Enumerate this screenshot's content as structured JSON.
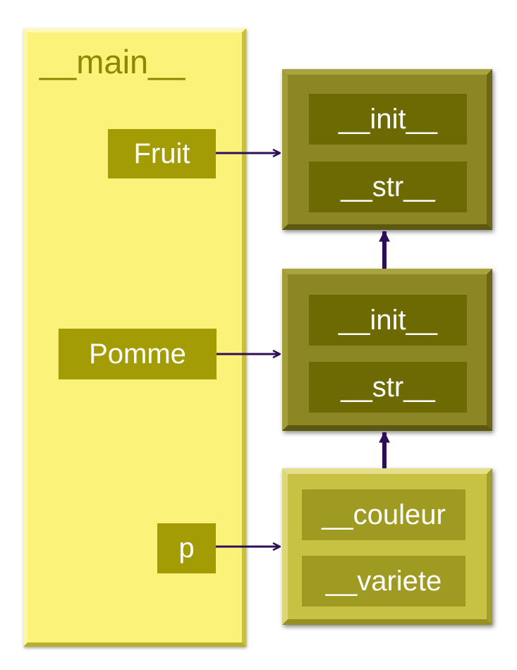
{
  "namespace": {
    "title": "__main__",
    "names": [
      "Fruit",
      "Pomme",
      "p"
    ]
  },
  "classes": {
    "fruit": {
      "members": [
        "__init__",
        "__str__"
      ]
    },
    "pomme": {
      "members": [
        "__init__",
        "__str__"
      ]
    }
  },
  "instance": {
    "members": [
      "__couleur",
      "__variete"
    ]
  },
  "colors": {
    "namespace_fill": "#fbf27a",
    "label_fill": "#a39c04",
    "class_fill": "#8c8724",
    "class_member_fill": "#6e6a03",
    "instance_fill": "#c7c244",
    "instance_member_fill": "#9e9a22",
    "arrow": "#2e0f57"
  }
}
